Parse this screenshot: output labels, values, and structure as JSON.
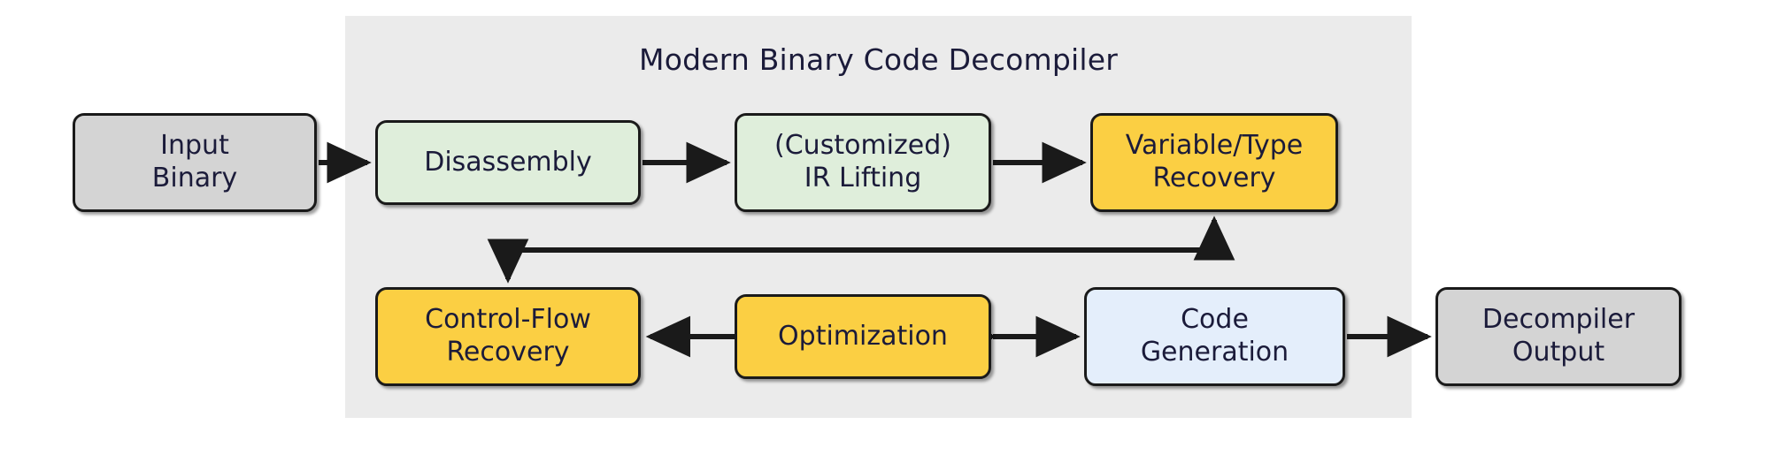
{
  "diagram": {
    "title": "Modern Binary Code Decompiler",
    "background_color": "#ffffff",
    "panel_color": "#ebebeb",
    "text_color": "#1b1b3a",
    "edge_color": "#1a1a1a"
  },
  "nodes": {
    "input_binary": {
      "label": "Input\nBinary",
      "line1": "Input",
      "line2": "Binary",
      "fill": "#d4d4d4"
    },
    "disassembly": {
      "label": "Disassembly",
      "line1": "Disassembly",
      "line2": "",
      "fill": "#dfeedb"
    },
    "ir_lifting": {
      "label": "(Customized)\nIR Lifting",
      "line1": "(Customized)",
      "line2": "IR Lifting",
      "fill": "#dfeedb"
    },
    "variable_type": {
      "label": "Variable/Type\nRecovery",
      "line1": "Variable/Type",
      "line2": "Recovery",
      "fill": "#fbcf43"
    },
    "control_flow": {
      "label": "Control-Flow\nRecovery",
      "line1": "Control-Flow",
      "line2": "Recovery",
      "fill": "#fbcf43"
    },
    "optimization": {
      "label": "Optimization",
      "line1": "Optimization",
      "line2": "",
      "fill": "#fbcf43"
    },
    "code_generation": {
      "label": "Code\nGeneration",
      "line1": "Code",
      "line2": "Generation",
      "fill": "#e4eefb"
    },
    "decompiler_output": {
      "label": "Decompiler\nOutput",
      "line1": "Decompiler",
      "line2": "Output",
      "fill": "#d4d4d4"
    }
  },
  "edges": [
    {
      "id": "e1",
      "from": "input_binary",
      "to": "disassembly",
      "style": "arrow",
      "direction": "right"
    },
    {
      "id": "e2",
      "from": "disassembly",
      "to": "ir_lifting",
      "style": "arrow",
      "direction": "right"
    },
    {
      "id": "e3",
      "from": "ir_lifting",
      "to": "variable_type",
      "style": "arrow",
      "direction": "right"
    },
    {
      "id": "e4",
      "from": "variable_type",
      "to": "control_flow",
      "style": "arrow",
      "direction": "feedback-down"
    },
    {
      "id": "e5",
      "from": "control_flow",
      "to": "variable_type",
      "style": "arrow",
      "direction": "feedback-up"
    },
    {
      "id": "e6",
      "from": "control_flow",
      "to": "optimization",
      "style": "double-arrow",
      "direction": "both"
    },
    {
      "id": "e7",
      "from": "optimization",
      "to": "code_generation",
      "style": "arrow",
      "direction": "right"
    },
    {
      "id": "e8",
      "from": "code_generation",
      "to": "decompiler_output",
      "style": "arrow",
      "direction": "right"
    }
  ]
}
